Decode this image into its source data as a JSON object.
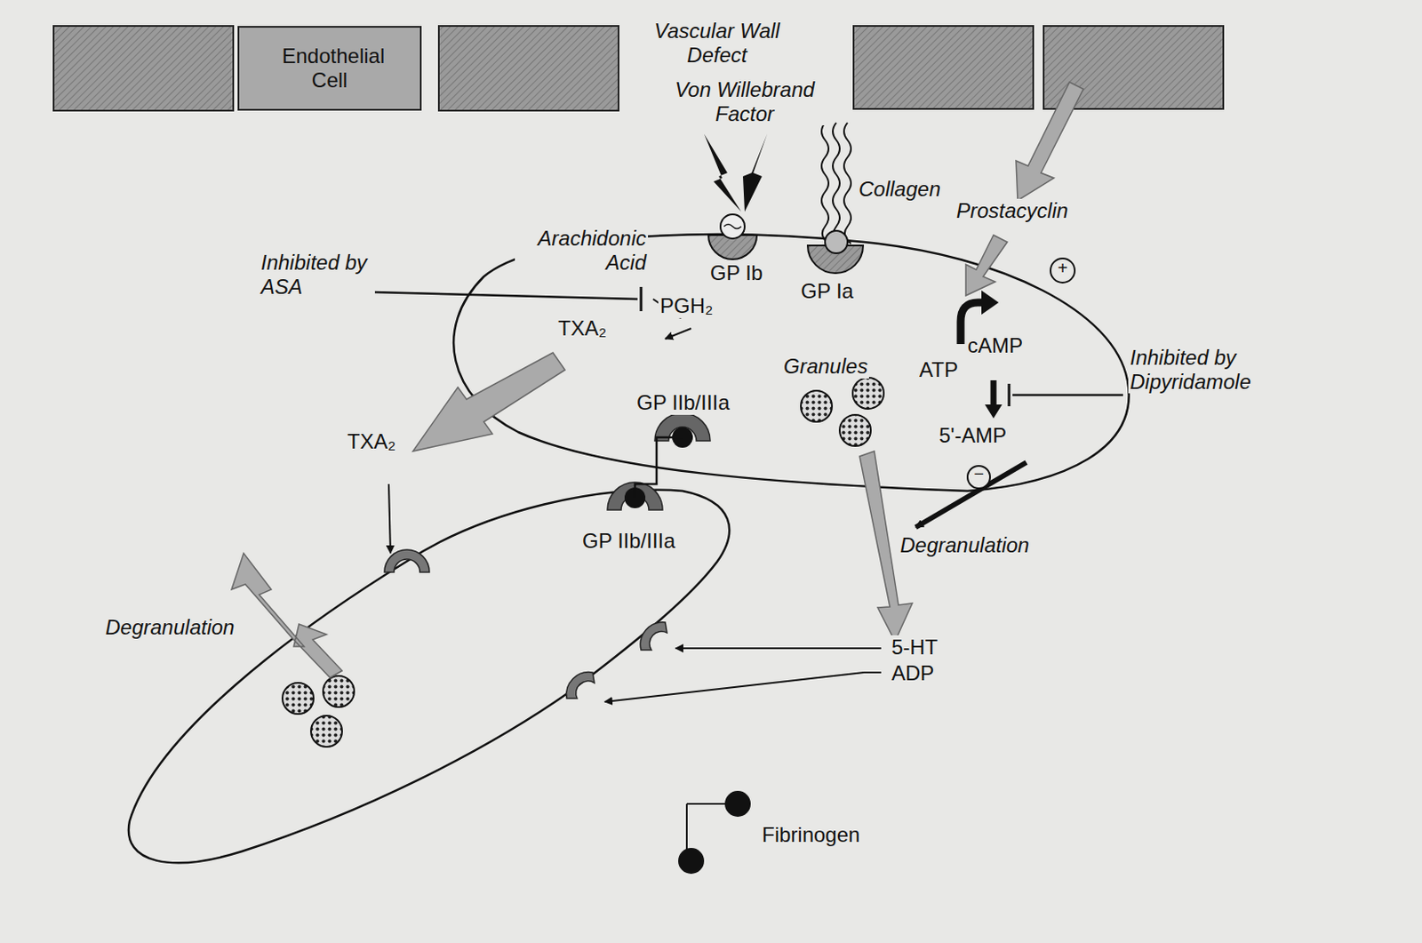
{
  "diagram": {
    "nodes": [
      {
        "text": [
          "Endothelial Cell"
        ]
      }
    ],
    "edges": [],
    "labels": [
      "Vascular Wall Defect",
      "Von Willebrand Factor",
      "Collagen",
      "Prostacyclin",
      "+",
      "Arachidonic Acid",
      "Inhibited by ASA",
      "PGH₂",
      "TXA₂",
      "GP Ib",
      "GP Ia",
      "cAMP",
      "ATP",
      "Granules",
      "Inhibited by Dipyridamole",
      "5'-AMP",
      "GP IIb/IIIa",
      "TXA₂",
      "−",
      "Degranulation",
      "GP IIb/IIIa",
      "Degranulation",
      "5-HT",
      "ADP",
      "Fibrinogen"
    ]
  }
}
